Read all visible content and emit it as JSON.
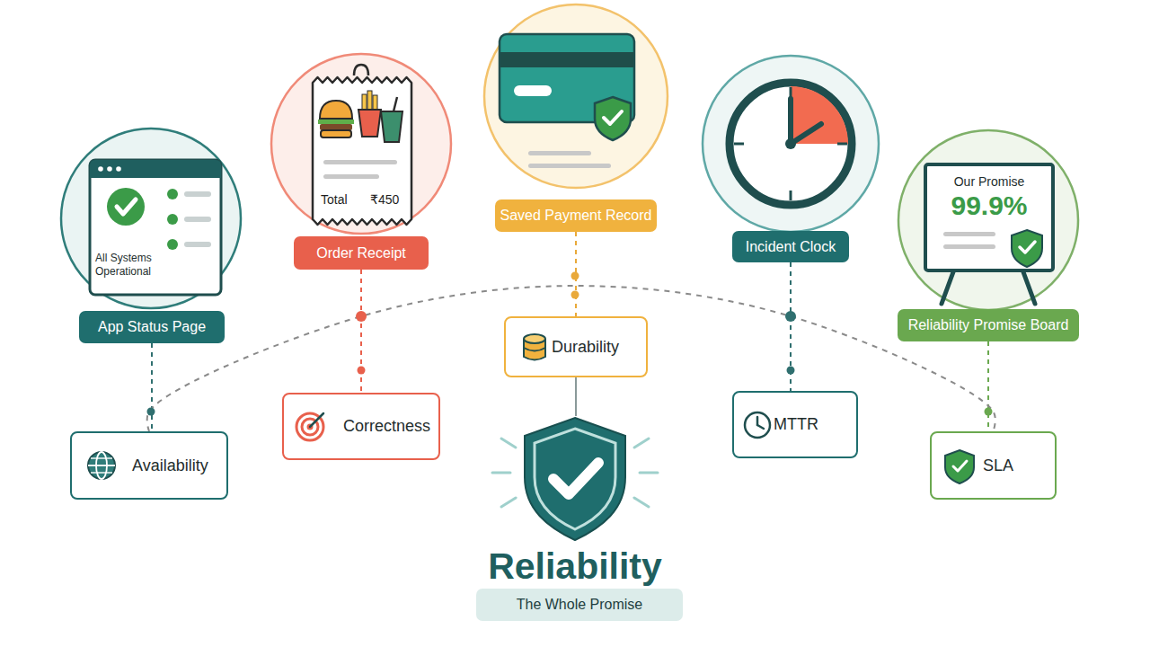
{
  "diagram": {
    "nodes": [
      {
        "text": [
          "App Status Page"
        ]
      },
      {
        "text": [
          "Order Receipt"
        ]
      },
      {
        "text": [
          "Saved Payment Record"
        ]
      },
      {
        "text": [
          "Incident Clock"
        ]
      },
      {
        "text": [
          "Reliability Promise Board"
        ]
      },
      {
        "text": [
          "Availability"
        ]
      },
      {
        "text": [
          "Correctness"
        ]
      },
      {
        "text": [
          "Durability"
        ]
      },
      {
        "text": [
          "MTTR"
        ]
      },
      {
        "text": [
          "SLA"
        ]
      },
      {
        "text": [
          "Reliability"
        ]
      },
      {
        "text": [
          "The Whole Promise"
        ]
      }
    ],
    "edges": [
      {
        "from": 0,
        "to": 5,
        "arrow": "none"
      },
      {
        "from": 1,
        "to": 6,
        "arrow": "none"
      },
      {
        "from": 2,
        "to": 7,
        "arrow": "none"
      },
      {
        "from": 3,
        "to": 8,
        "arrow": "none"
      },
      {
        "from": 4,
        "to": 9,
        "arrow": "none"
      },
      {
        "from": 7,
        "to": 10,
        "arrow": "none"
      },
      {
        "from": 5,
        "to": 9,
        "arrow": "none"
      }
    ],
    "labels": [
      "All Systems Operational",
      "Total",
      "₹450",
      "Our Promise",
      "99.9%"
    ]
  }
}
